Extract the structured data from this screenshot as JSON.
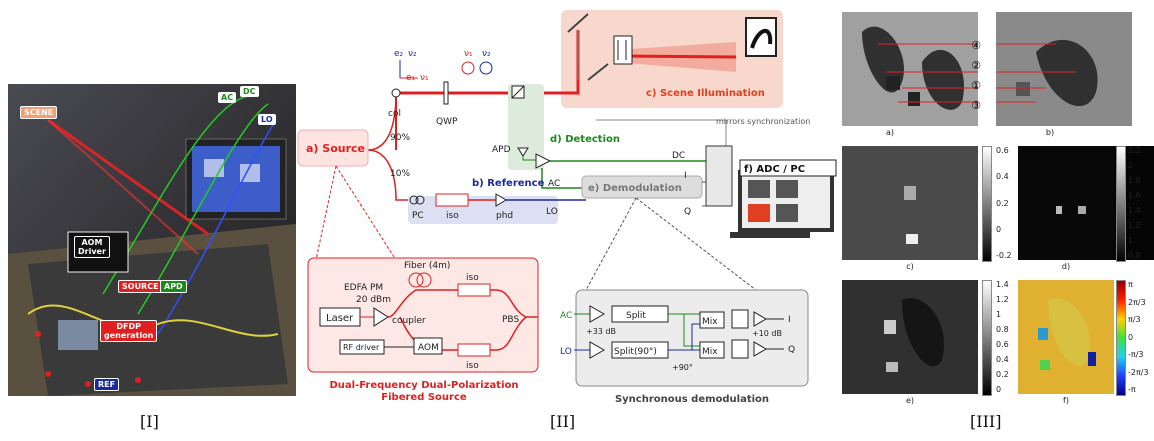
{
  "captions": {
    "p1": "[I]",
    "p2": "[II]",
    "p3": "[III]"
  },
  "photo": {
    "scene": "SCENE",
    "ac": "AC",
    "dc": "DC",
    "lo": "LO",
    "aom": "AOM\nDriver",
    "source": "SOURCE",
    "apd": "APD",
    "dfdp": "DFDP\ngeneration",
    "ref": "REF"
  },
  "diagram": {
    "source": "a) Source",
    "reference": "b) Reference",
    "scene": "c) Scene Illumination",
    "detection": "d) Detection",
    "demod": "e) Demodulation",
    "adc": "f) ADC / PC",
    "col": "col",
    "qwp": "QWP",
    "pct90": "90%",
    "pct10": "10%",
    "apd": "APD",
    "pc": "PC",
    "iso": "iso",
    "phd": "phd",
    "lo": "LO",
    "dc": "DC",
    "ac": "AC",
    "i": "I",
    "q": "Q",
    "mirrors": "mirrors\nsynchronization",
    "e2": "e₂",
    "nu2": "ν₂",
    "e1": "e₁",
    "nu1": "ν₁",
    "nu1b": "ν₁",
    "nu2b": "ν₂",
    "fiber": "Fiber (4m)",
    "edfa": "EDFA PM",
    "edfa_p": "20 dBm",
    "laser": "Laser",
    "coupler": "coupler",
    "pbs": "PBS",
    "rf": "RF driver",
    "aom": "AOM",
    "iso2": "iso",
    "iso3": "iso",
    "src_title": "Dual-Frequency Dual-Polarization\nFibered Source",
    "split": "Split",
    "split90": "Split(90°)",
    "mix": "Mix",
    "mix2": "Mix",
    "g33": "+33 dB",
    "g10": "+10 dB",
    "g90": "+90°",
    "ac2": "AC",
    "lo2": "LO",
    "i2": "I",
    "q2": "Q",
    "sync_title": "Synchronous demodulation"
  },
  "panels": {
    "a": "a)",
    "b": "b)",
    "c": "c)",
    "d": "d)",
    "e": "e)",
    "f": "f)",
    "markers": [
      "④",
      "②",
      "①",
      "③"
    ],
    "cbar_c": [
      "0.6",
      "0.4",
      "0.2",
      "0",
      "-0.2"
    ],
    "cbar_d": [
      "2.2",
      "2",
      "1.8",
      "1.6",
      "1.4",
      "1.2",
      "1",
      "0.8"
    ],
    "cbar_e": [
      "1.4",
      "1.2",
      "1",
      "0.8",
      "0.6",
      "0.4",
      "0.2",
      "0"
    ],
    "cbar_f": [
      "π",
      "2π/3",
      "π/3",
      "0",
      "-π/3",
      "-2π/3",
      "-π"
    ]
  },
  "colors": {
    "red": "#e02020",
    "green": "#1a8a1a",
    "blue": "#1a2aa0",
    "pink": "#f8d8cc"
  }
}
